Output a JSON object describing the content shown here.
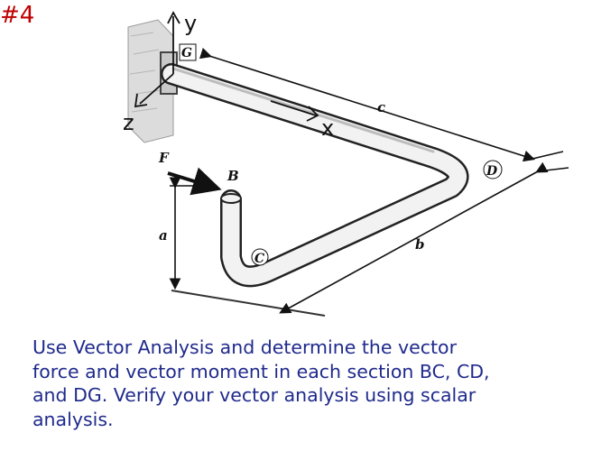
{
  "problem_number": "#4",
  "figure": {
    "point_labels": {
      "g": "G",
      "b": "B",
      "c": "C",
      "d": "D",
      "f": "F"
    },
    "dimension_labels": {
      "a": "a",
      "b": "b",
      "c": "c"
    },
    "axis_labels": {
      "y": "y",
      "x": "x",
      "z": "z"
    }
  },
  "problem_text": [
    "Use Vector Analysis and determine the vector",
    "force and vector moment in each section BC, CD,",
    "and DG.  Verify your vector analysis using scalar",
    "analysis."
  ]
}
